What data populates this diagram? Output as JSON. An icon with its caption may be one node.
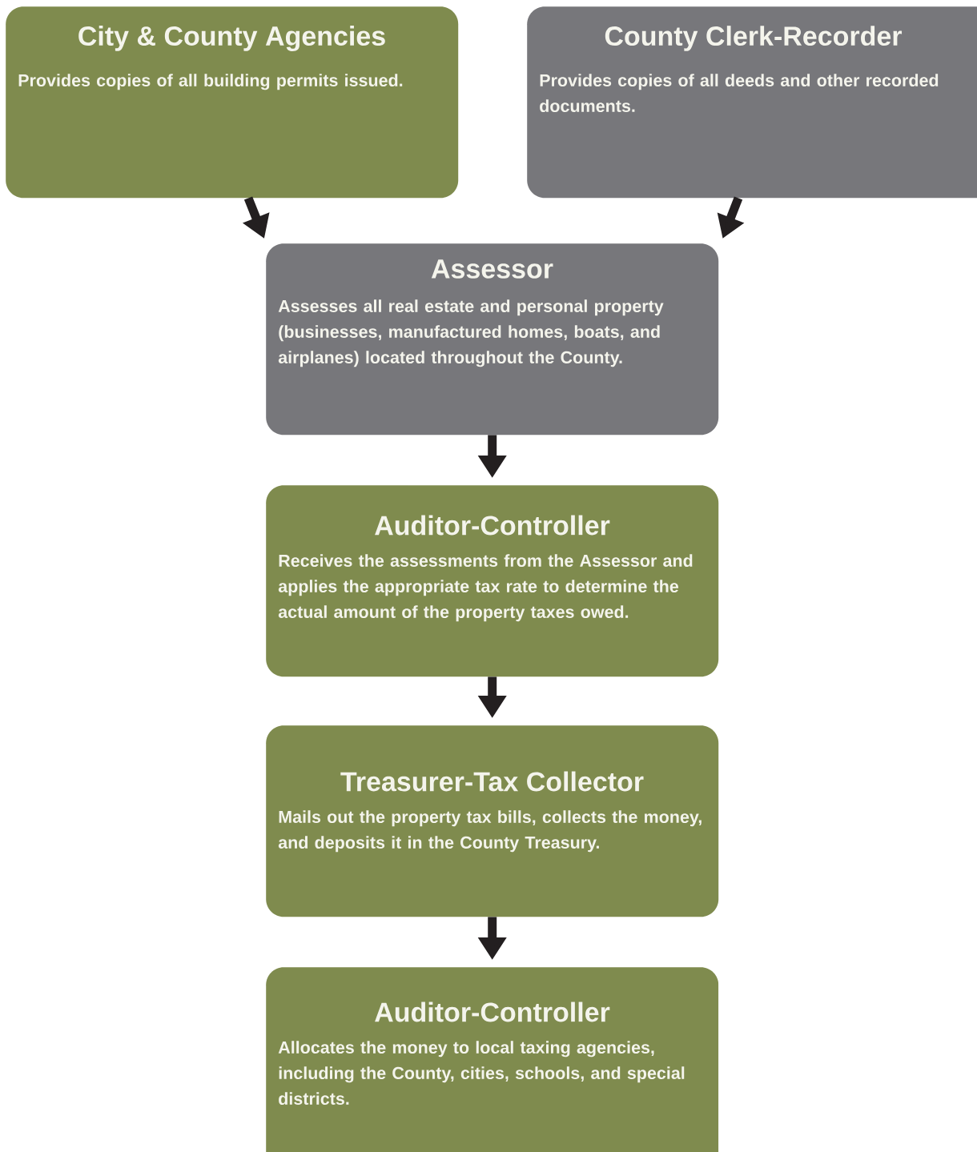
{
  "diagram": {
    "nodes": [
      {
        "text": [
          "City & County Agencies",
          "Provides copies of all building permits issued."
        ]
      },
      {
        "text": [
          "County Clerk-Recorder",
          "Provides copies of all deeds and other recorded documents."
        ]
      },
      {
        "text": [
          "Assessor",
          "Assesses all real estate and personal property (businesses, manufactured homes, boats, and airplanes) located throughout the County."
        ]
      },
      {
        "text": [
          "Auditor-Controller",
          "Receives the assessments from the Assessor and applies the appropriate tax rate to determine the actual amount of the property taxes owed."
        ]
      },
      {
        "text": [
          "Treasurer-Tax Collector",
          "Mails out the property tax bills, collects the money, and deposits it in the County Treasury."
        ]
      },
      {
        "text": [
          "Auditor-Controller",
          "Allocates the money to local taxing agencies, including the County, cities, schools, and special districts."
        ]
      }
    ],
    "edges": [
      {
        "from": 0,
        "to": 2,
        "arrow": "to"
      },
      {
        "from": 1,
        "to": 2,
        "arrow": "to"
      },
      {
        "from": 2,
        "to": 3,
        "arrow": "to"
      },
      {
        "from": 3,
        "to": 4,
        "arrow": "to"
      },
      {
        "from": 4,
        "to": 5,
        "arrow": "to"
      }
    ]
  }
}
